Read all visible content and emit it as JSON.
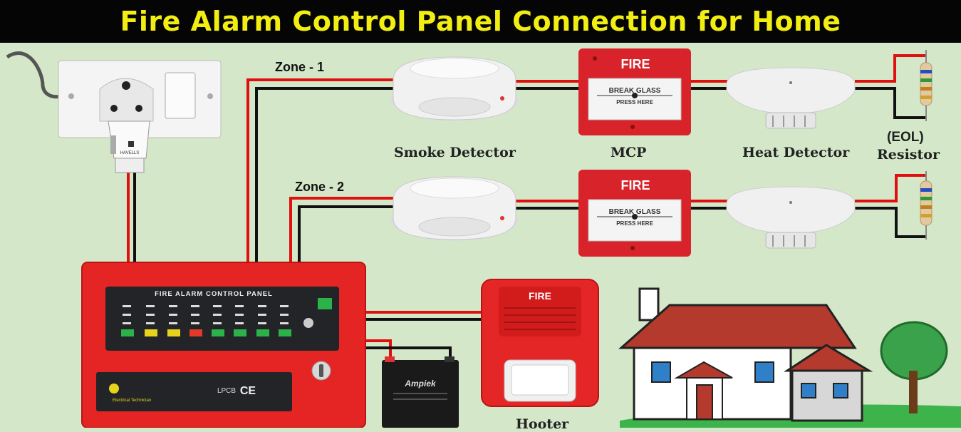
{
  "title": "Fire Alarm Control Panel Connection for Home",
  "zones": [
    "Zone - 1",
    "Zone - 2"
  ],
  "labels": {
    "smoke_detector": "Smoke Detector",
    "mcp": "MCP",
    "heat_detector": "Heat Detector",
    "eol_line1": "(EOL)",
    "eol_line2": "Resistor",
    "hooter": "Hooter"
  },
  "mcp_text": {
    "fire": "FIRE",
    "line1": "BREAK GLASS",
    "line2": "PRESS HERE"
  },
  "panel": {
    "title": "FIRE ALARM CONTROL PANEL",
    "cert": "LPCB",
    "ce": "CE",
    "brand": "Electrical Technician"
  },
  "hooter_text": "FIRE",
  "battery_brand": "Ampiek",
  "plug_brand": "HAVELLS",
  "colors": {
    "background": "#d4e8c9",
    "title_bg": "#050505",
    "title_text": "#f2ee12",
    "wire_red": "#e01010",
    "wire_black": "#111111",
    "panel_red": "#e52424"
  }
}
